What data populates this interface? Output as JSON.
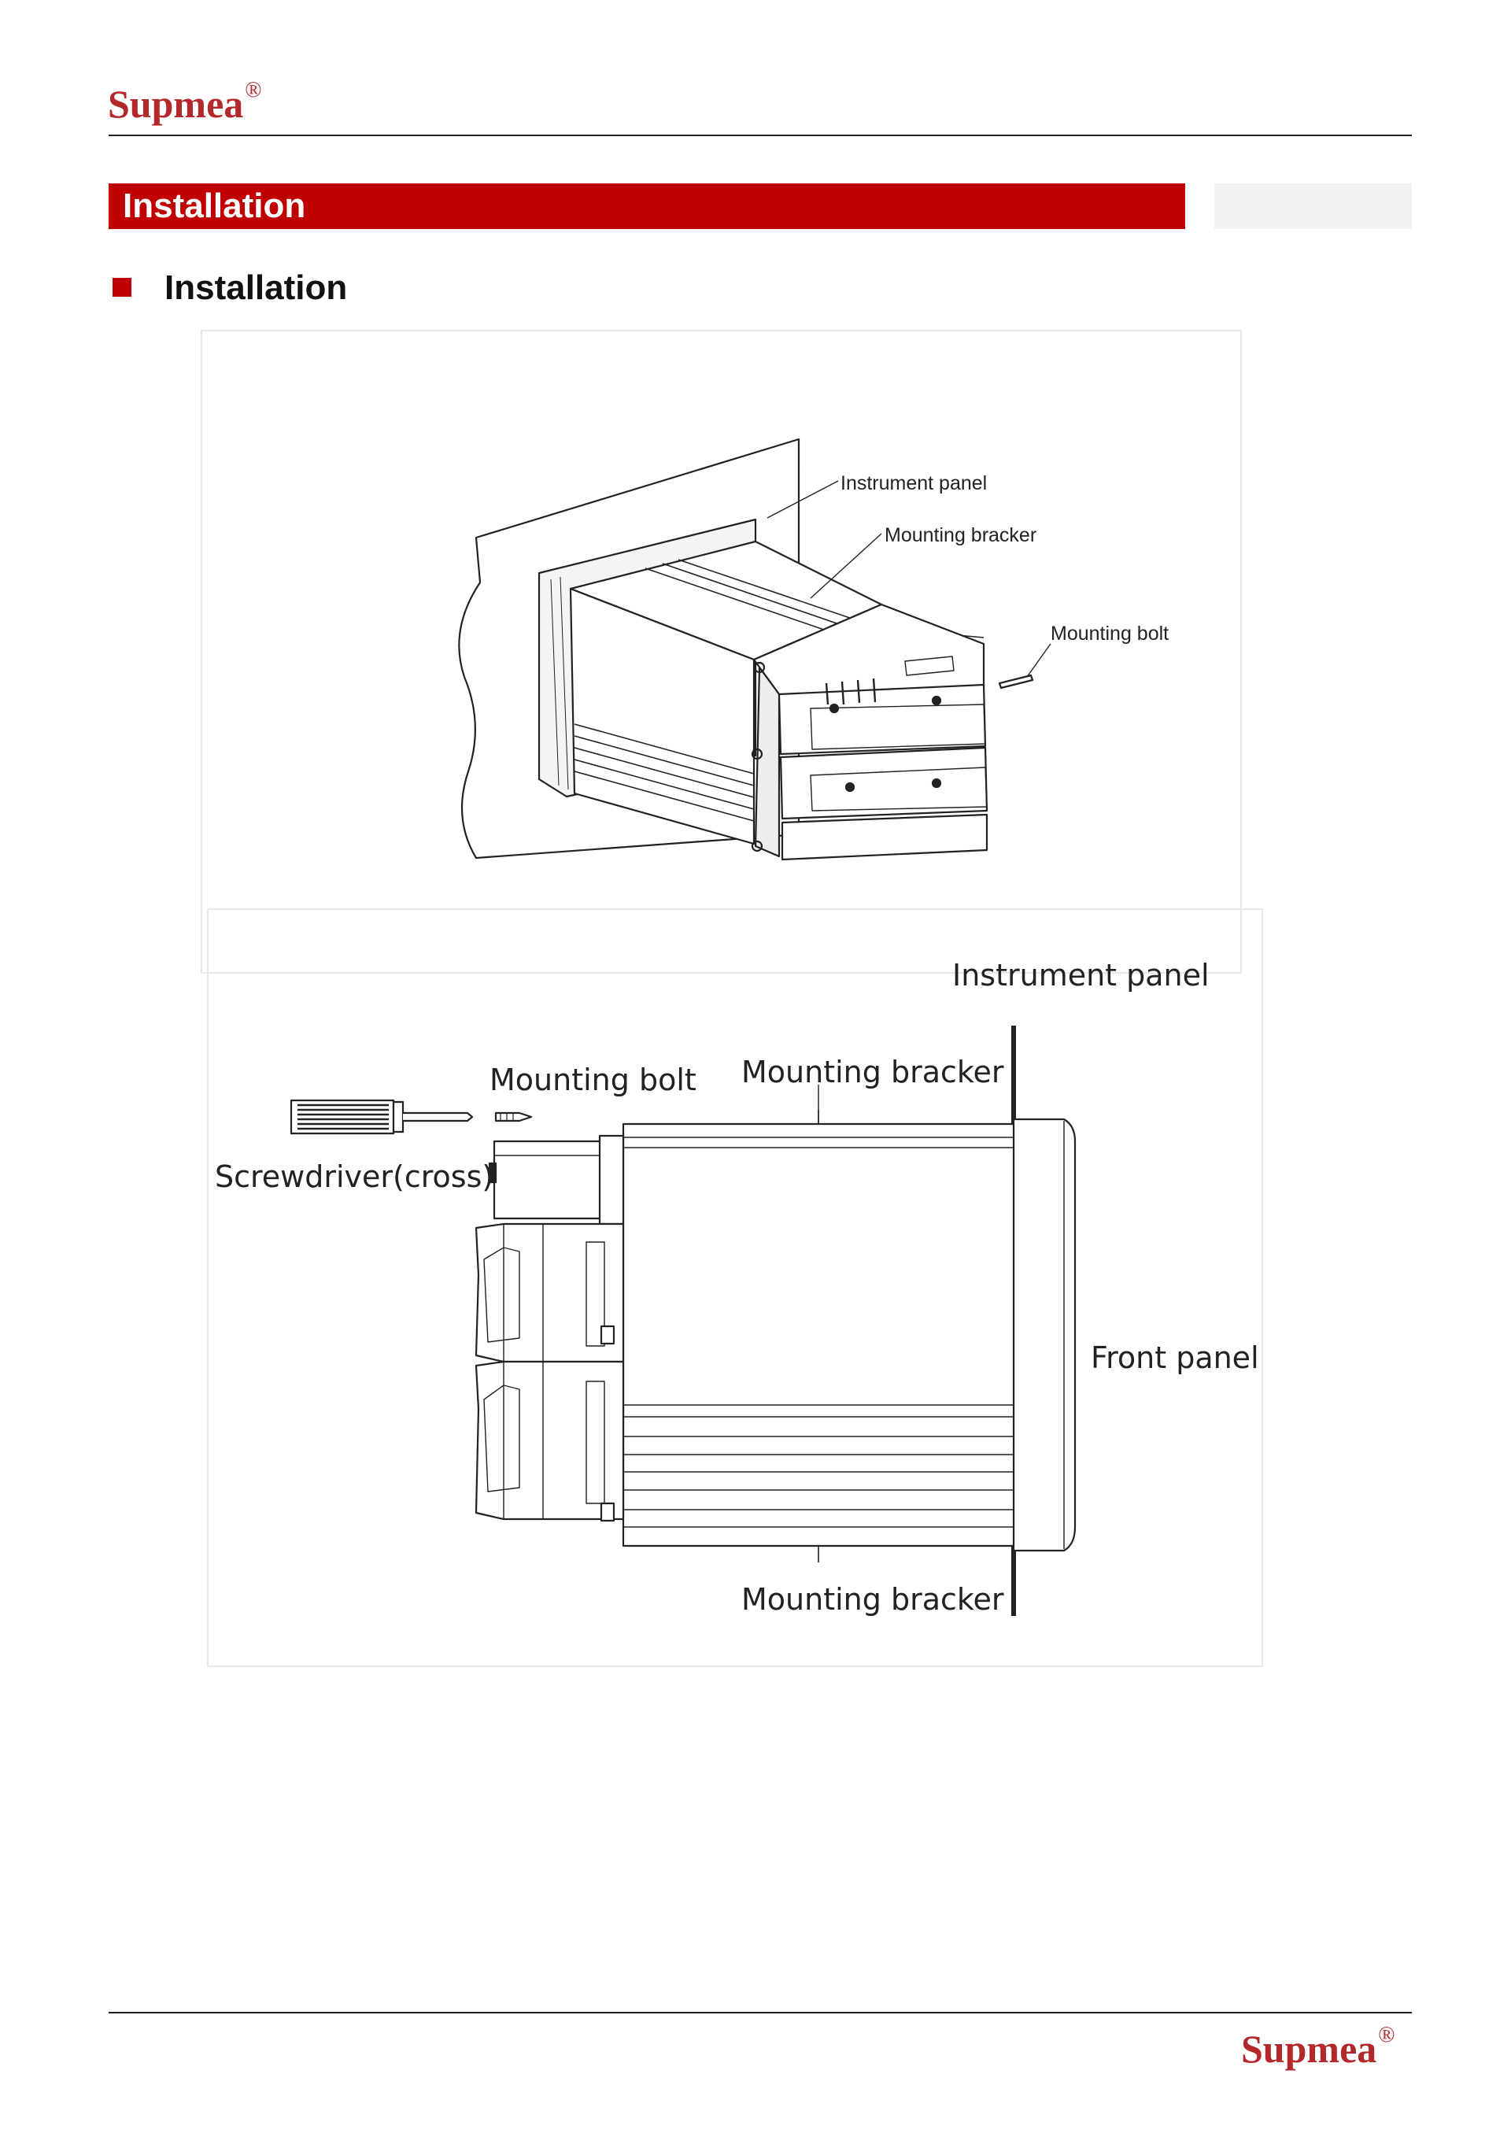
{
  "header": {
    "brand": "Supmea",
    "trademark": "®"
  },
  "section": {
    "title": "Installation"
  },
  "subsection": {
    "title": "Installation"
  },
  "figure_top": {
    "labels": {
      "instrument_panel": "Instrument panel",
      "mounting_bracker": "Mounting bracker",
      "mounting_bolt": "Mounting bolt"
    }
  },
  "figure_side": {
    "labels": {
      "instrument_panel": "Instrument panel",
      "mounting_bolt": "Mounting bolt",
      "mounting_bracker_top": "Mounting bracker",
      "screwdriver": "Screwdriver(cross)",
      "front_panel": "Front panel",
      "mounting_bracker_bottom": "Mounting bracker"
    }
  },
  "footer": {
    "brand": "Supmea",
    "trademark": "®"
  },
  "colors": {
    "brand": "#b3282b",
    "section_bar": "#c00000"
  }
}
